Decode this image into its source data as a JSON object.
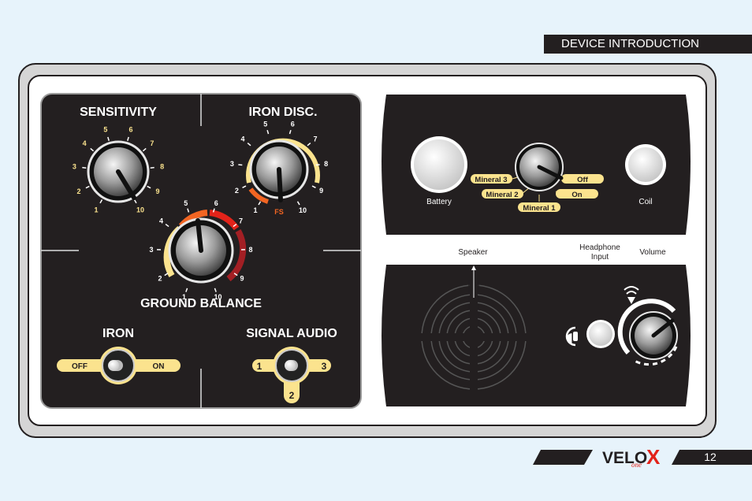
{
  "header": {
    "title": "DEVICE INTRODUCTION"
  },
  "left_panel": {
    "sensitivity": {
      "title": "SENSITIVITY",
      "ticks": [
        "1",
        "2",
        "3",
        "4",
        "5",
        "6",
        "7",
        "8",
        "9",
        "10"
      ]
    },
    "iron_disc": {
      "title": "IRON DISC.",
      "ticks": [
        "1",
        "2",
        "3",
        "4",
        "5",
        "6",
        "7",
        "8",
        "9",
        "10"
      ],
      "fs_label": "FS"
    },
    "ground_balance": {
      "title": "GROUND BALANCE",
      "ticks": [
        "1",
        "2",
        "3",
        "4",
        "5",
        "6",
        "7",
        "8",
        "9",
        "10"
      ]
    },
    "iron": {
      "title": "IRON",
      "off": "OFF",
      "on": "ON"
    },
    "signal_audio": {
      "title": "SIGNAL AUDIO",
      "pos1": "1",
      "pos2": "2",
      "pos3": "3"
    }
  },
  "right_top": {
    "battery": "Battery",
    "coil": "Coil",
    "mineral3": "Mineral 3",
    "mineral2": "Mineral 2",
    "mineral1": "Mineral 1",
    "off": "Off",
    "on": "On"
  },
  "right_bottom": {
    "speaker": "Speaker",
    "headphone": "Headphone",
    "headphone2": "Input",
    "volume": "Volume"
  },
  "footer": {
    "page_number": "12",
    "logo_main": "VELO",
    "logo_x": "X",
    "logo_sub": "one"
  },
  "colors": {
    "dark": "#231f20",
    "yellow": "#fbe38e",
    "orange": "#f26522",
    "red": "#e2231a",
    "dark_red": "#a31f24"
  }
}
